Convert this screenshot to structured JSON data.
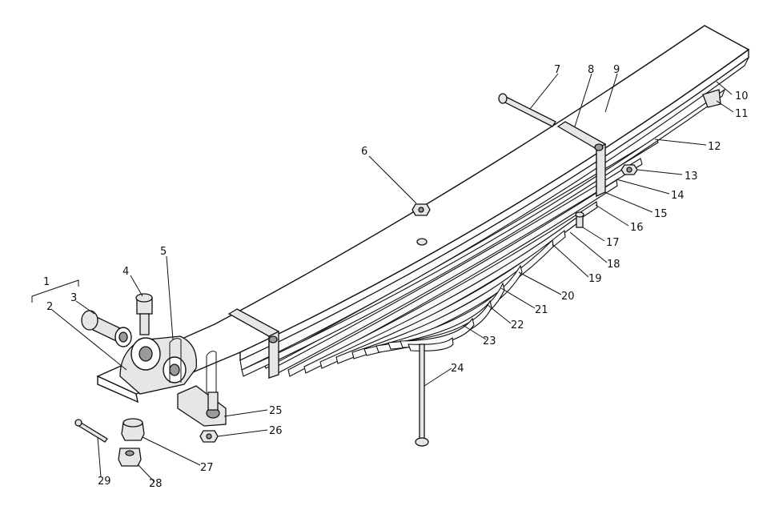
{
  "labels": [
    "1",
    "2",
    "3",
    "4",
    "5",
    "6",
    "7",
    "8",
    "9",
    "10",
    "11",
    "12",
    "13",
    "14",
    "15",
    "16",
    "17",
    "18",
    "19",
    "20",
    "21",
    "22",
    "23",
    "24",
    "25",
    "26",
    "27",
    "28",
    "29"
  ]
}
